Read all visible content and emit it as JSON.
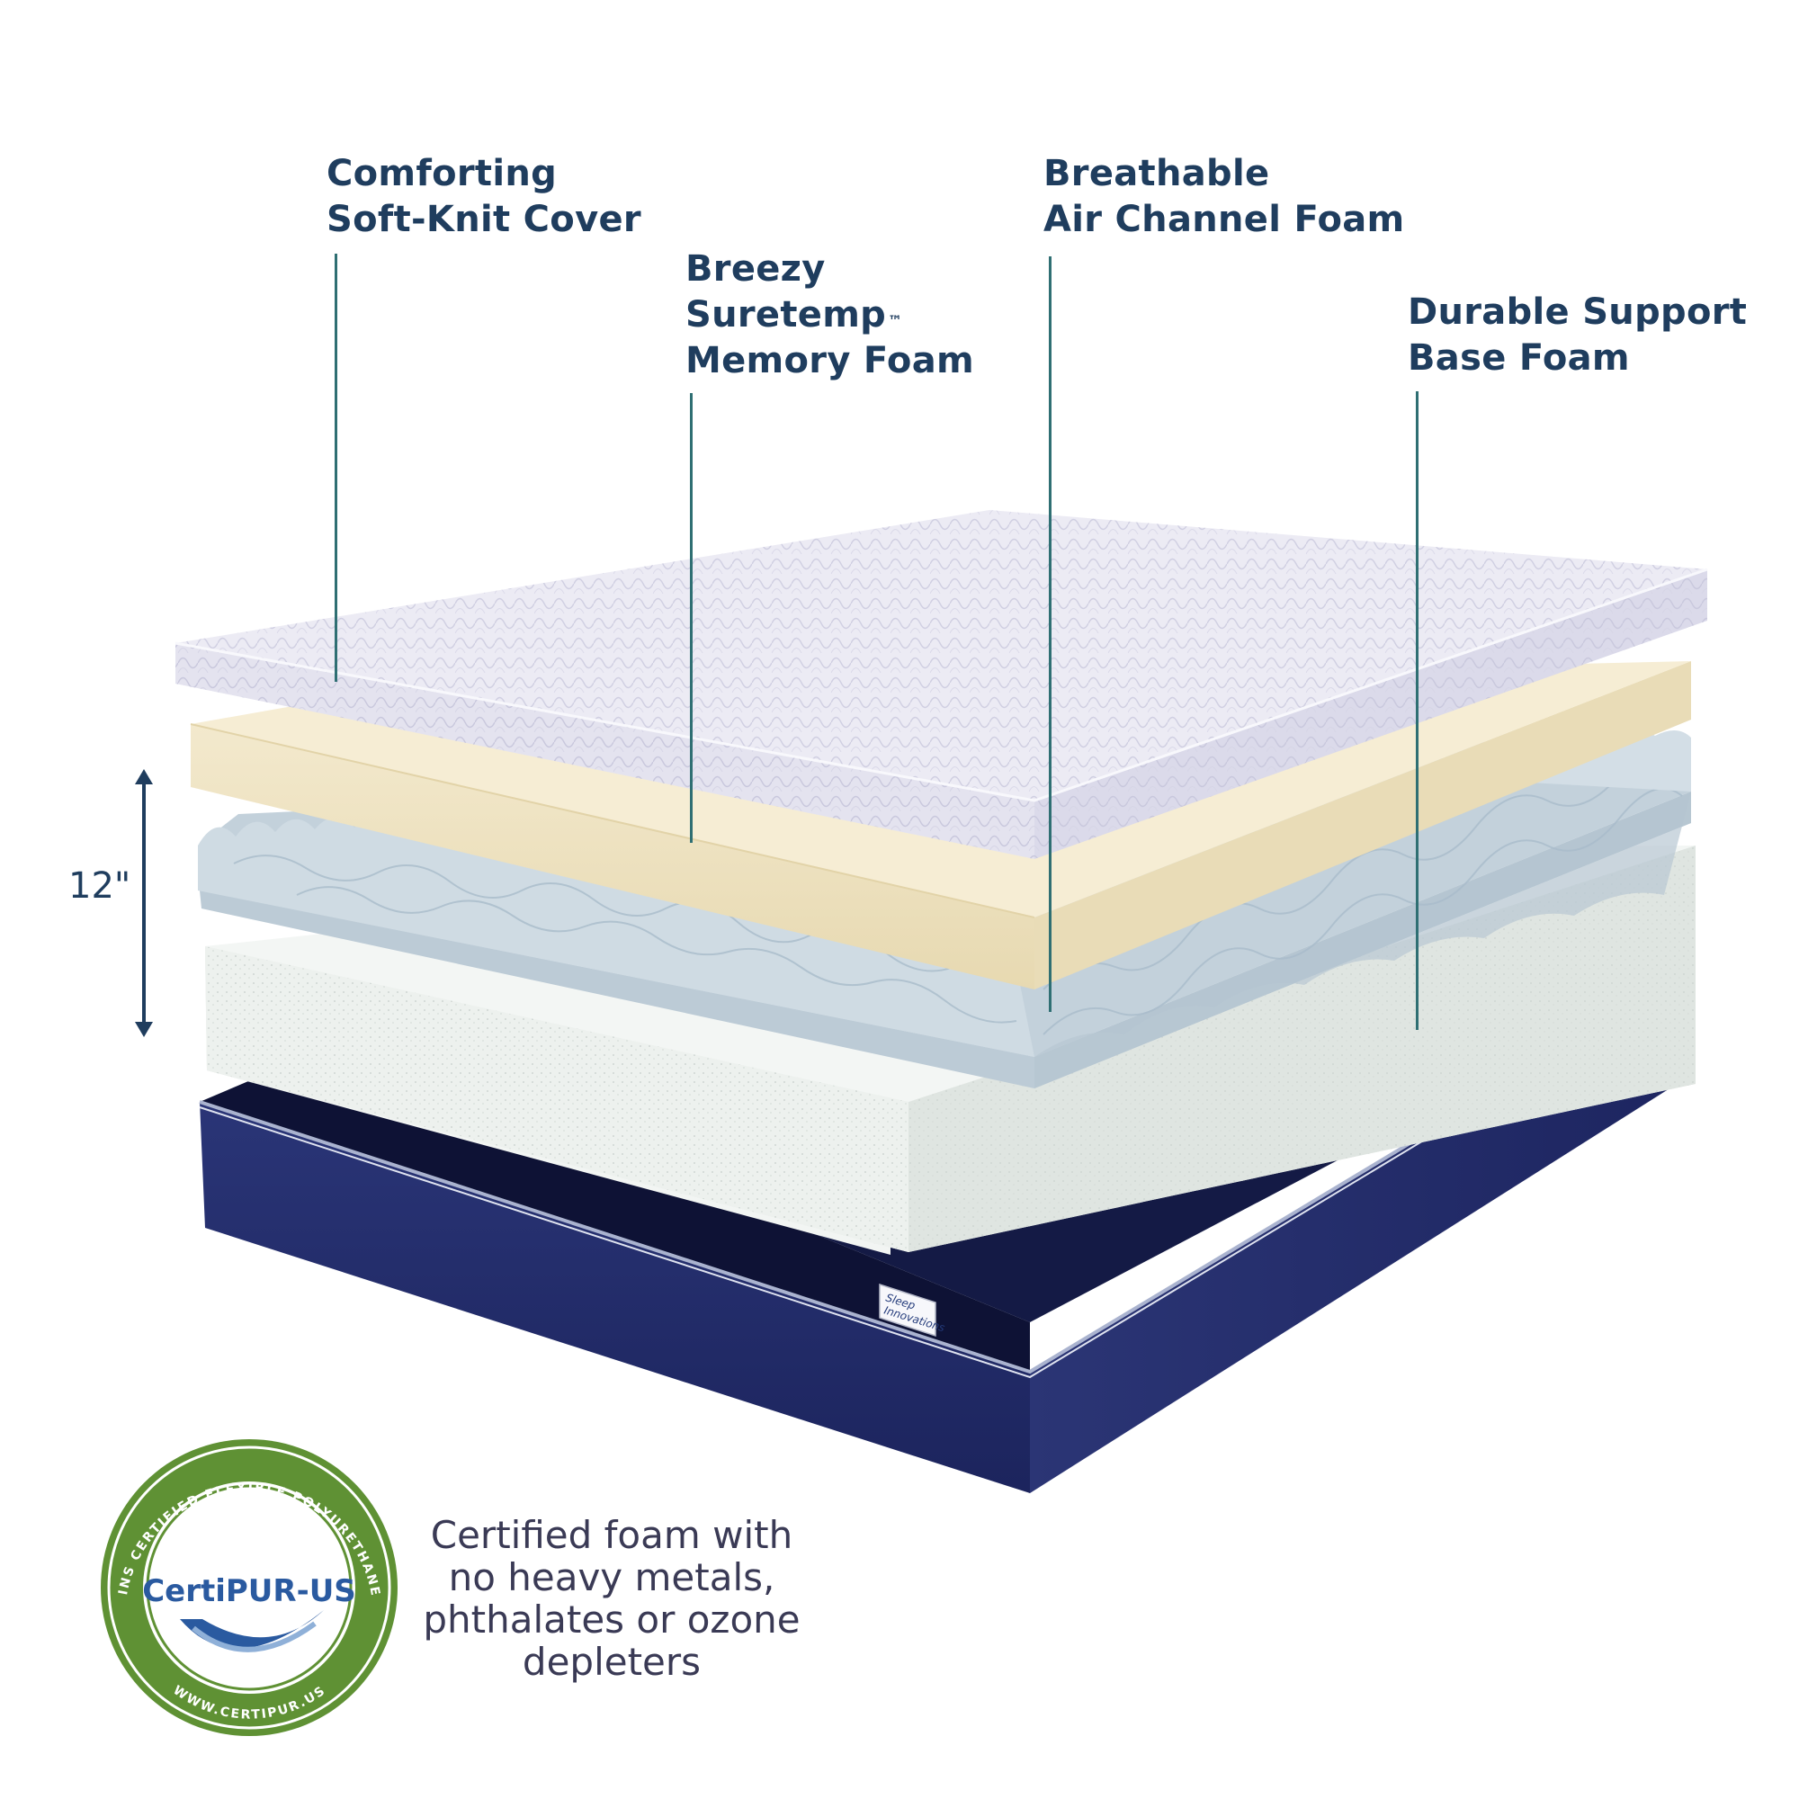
{
  "labels": {
    "cover": [
      "Comforting",
      "Soft-Knit Cover"
    ],
    "memory_foam": {
      "line1": "Breezy",
      "line2": "Suretemp",
      "line2_mark": "™",
      "line3": "Memory Foam"
    },
    "air_channel": [
      "Breathable",
      "Air Channel Foam"
    ],
    "base_foam": [
      "Durable Support",
      "Base Foam"
    ]
  },
  "height_label": "12\"",
  "brand_tag": [
    "Sleep",
    "Innovations"
  ],
  "certification": {
    "logo_text": "CertiPUR-US",
    "ring_text_top": "CONTAINS CERTIFIED FLEXIBLE POLYURETHANE FOAM",
    "ring_text_bottom": "WWW.CERTIPUR.US",
    "description": [
      "Certified foam with",
      "no heavy metals,",
      "phthalates or ozone",
      "depleters"
    ]
  },
  "colors": {
    "label_text": "#1f3d5e",
    "leader_line": "#2f6f73",
    "cover_top": "#ecebf4",
    "memory_foam": "#f1e6c8",
    "air_channel_foam": "#c3d2dc",
    "base_foam": "#e6ebe8",
    "base_cover": "#232d6b",
    "cert_ring": "#5f9134",
    "cert_logo": "#2a5aa0"
  }
}
